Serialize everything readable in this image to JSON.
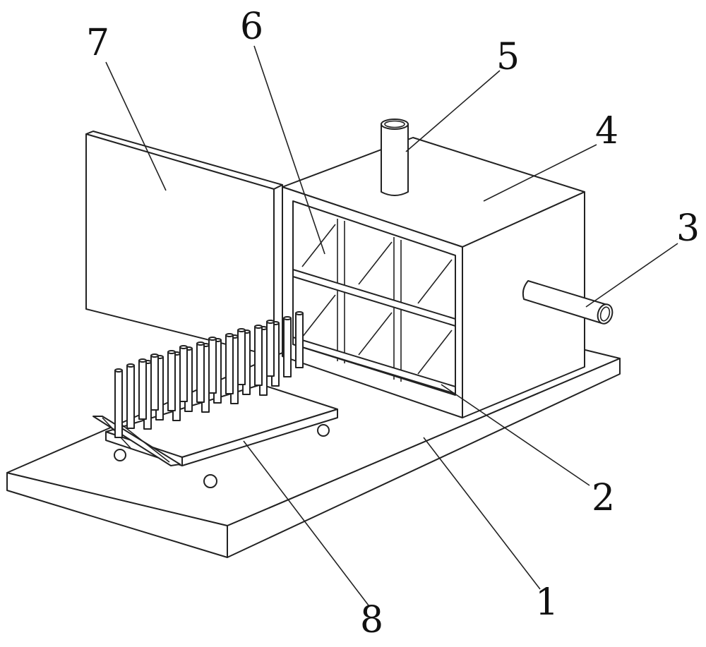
{
  "figure": {
    "labels": [
      {
        "id": "1",
        "text": "1"
      },
      {
        "id": "2",
        "text": "2"
      },
      {
        "id": "3",
        "text": "3"
      },
      {
        "id": "4",
        "text": "4"
      },
      {
        "id": "5",
        "text": "5"
      },
      {
        "id": "6",
        "text": "6"
      },
      {
        "id": "7",
        "text": "7"
      },
      {
        "id": "8",
        "text": "8"
      }
    ],
    "line_color": "#222222",
    "background": "#ffffff"
  }
}
